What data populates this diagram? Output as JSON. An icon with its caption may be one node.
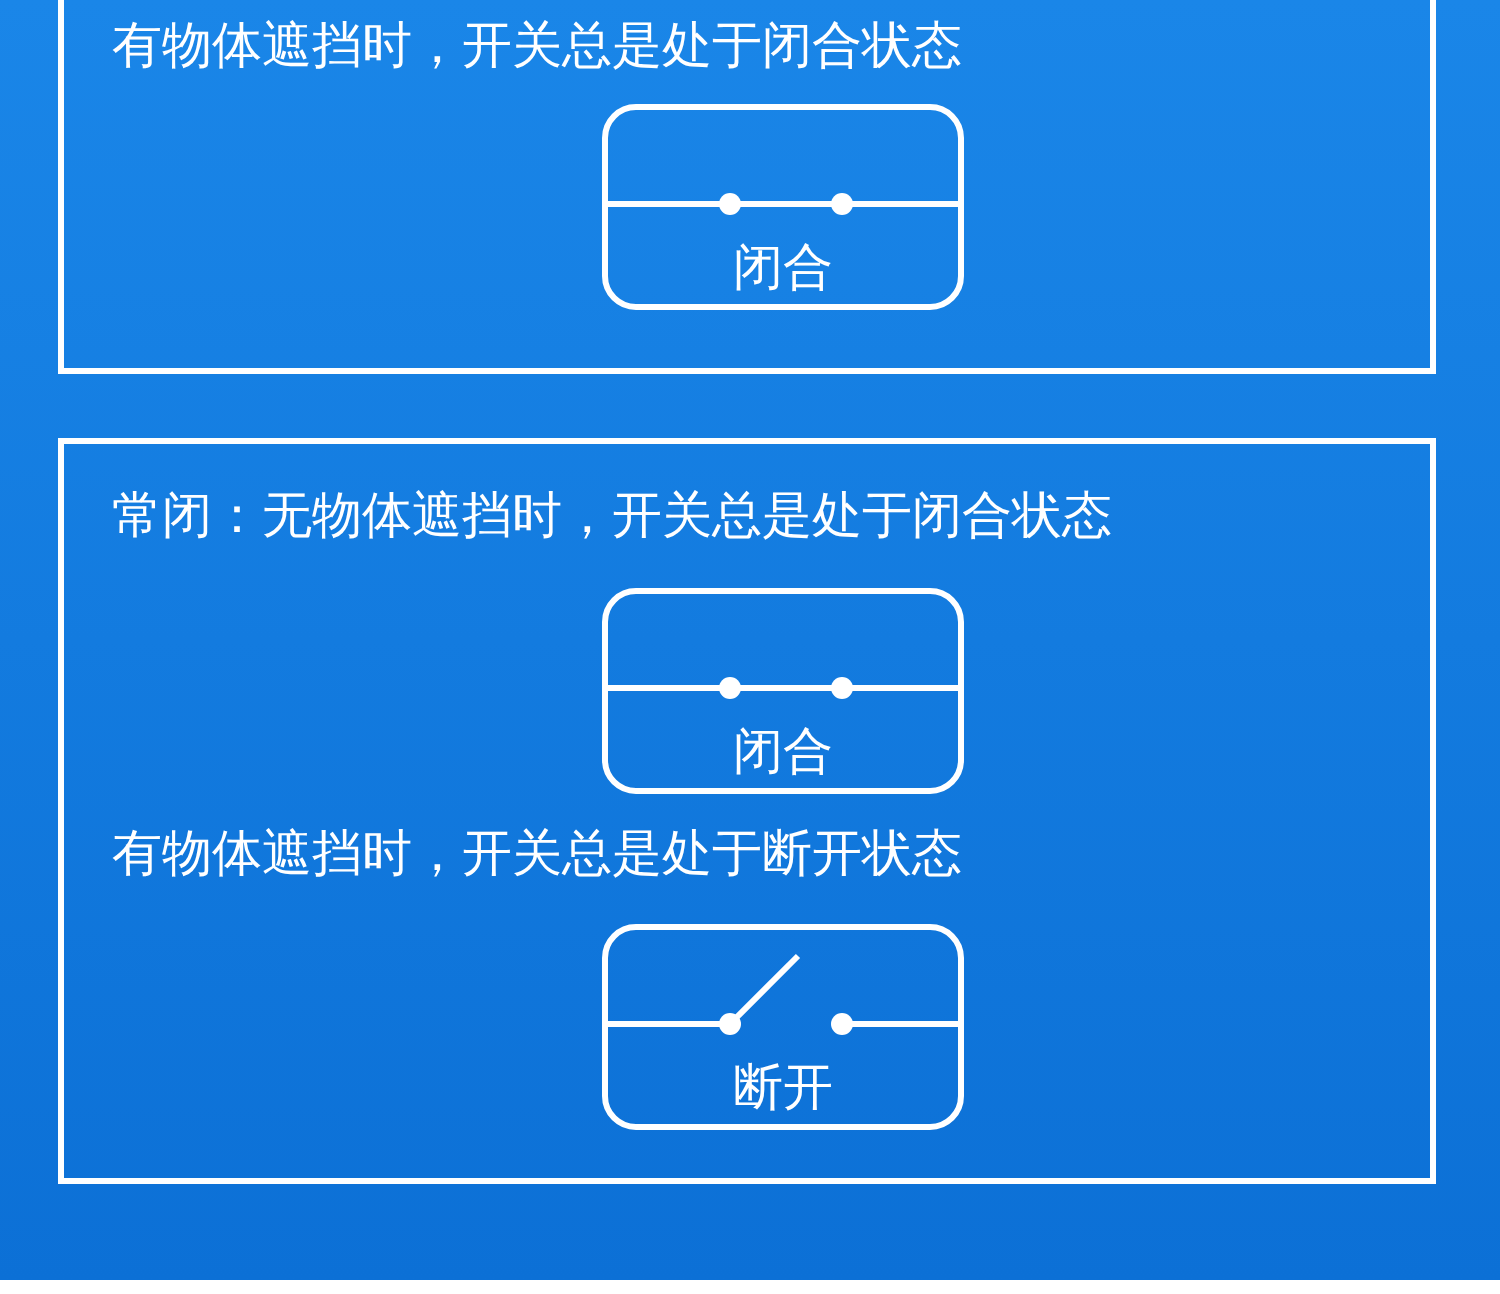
{
  "diagram": {
    "nodes": [
      {
        "text": [
          "有物体遮挡时，开关总是处于闭合状态"
        ]
      },
      {
        "text": [
          "闭合"
        ],
        "in": 0
      },
      {
        "text": [
          "常闭：无物体遮挡时，开关总是处于闭合状态",
          "有物体遮挡时，开关总是处于断开状态"
        ]
      },
      {
        "text": [
          "闭合"
        ],
        "in": 2
      },
      {
        "text": [
          "断开"
        ],
        "in": 2
      }
    ]
  }
}
